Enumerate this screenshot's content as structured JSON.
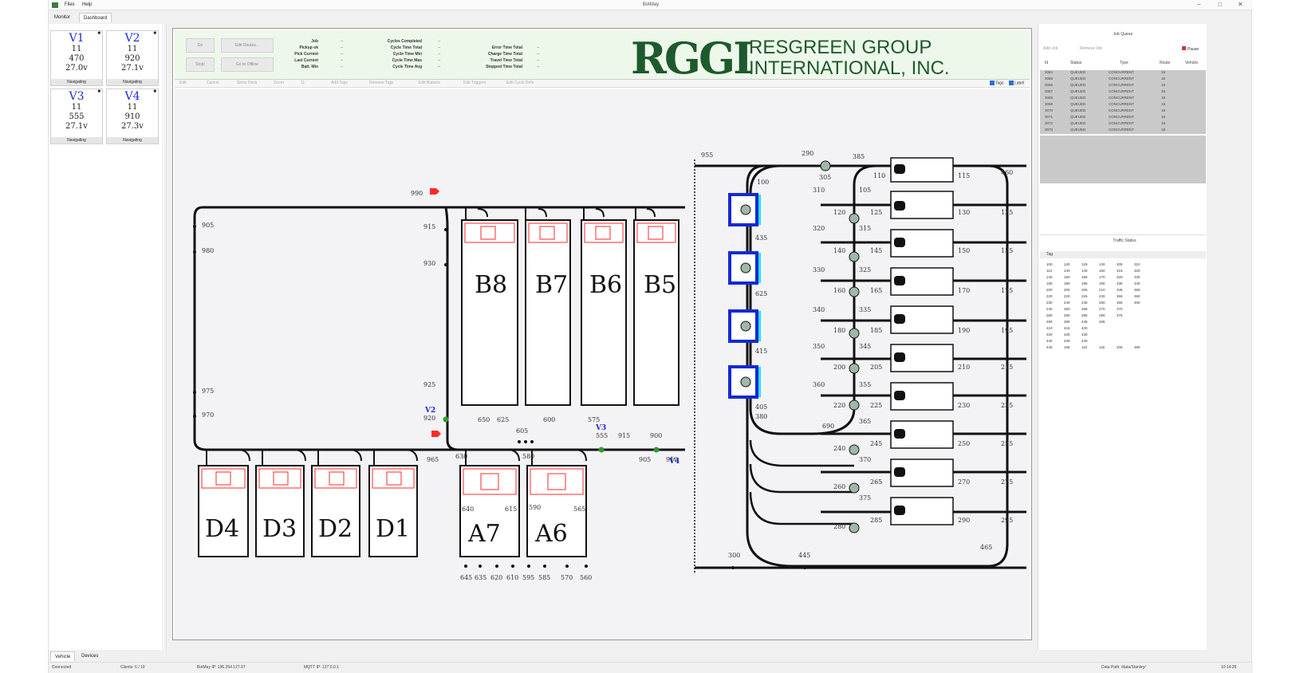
{
  "window": {
    "title": "BotMay",
    "menu": [
      "Files",
      "Help"
    ],
    "tabs": [
      "Monitor",
      "Dashboard"
    ],
    "active_tab": "Dashboard",
    "controls": [
      "–",
      "□",
      "✕"
    ]
  },
  "vehicles": [
    {
      "name": "V1",
      "line1": "11",
      "line2": "470",
      "voltage": "27.0v",
      "status": "Navigating"
    },
    {
      "name": "V2",
      "line1": "11",
      "line2": "920",
      "voltage": "27.1v",
      "status": "Navigating"
    },
    {
      "name": "V3",
      "line1": "11",
      "line2": "555",
      "voltage": "27.1v",
      "status": "Navigating"
    },
    {
      "name": "V4",
      "line1": "11",
      "line2": "910",
      "voltage": "27.3v",
      "status": "Navigating"
    }
  ],
  "left_bottom_tabs": [
    "Vehicle",
    "Devices"
  ],
  "header": {
    "buttons": [
      "Go",
      "Edit Routes...",
      "Stop!",
      "Go to Offline"
    ],
    "stats_left": [
      "Job",
      "Pickup ok",
      "Pick Current",
      "Last Current",
      "Batt. Min"
    ],
    "stats_mid": [
      "Cycles Completed",
      "Cycle Time Total",
      "Cycle Time Min",
      "Cycle Time Max",
      "Cycle Time Avg"
    ],
    "stats_right": [
      "Error Time Total",
      "Charge Time Total",
      "Travel Time Total",
      "Stopped Time Total"
    ],
    "stat_value": "--",
    "logo_mark": "RGGI",
    "logo_line1": "RESGREEN GROUP",
    "logo_line2": "INTERNATIONAL, INC."
  },
  "toolbar": {
    "items": [
      "Edit",
      "Cancel",
      "Show Dock",
      "Zoom",
      "Add Tags",
      "Remove Tags",
      "Edit Buttons",
      "Edit Triggers",
      "Edit Cycle Defs"
    ],
    "zoom_value": "11",
    "checks": [
      "Tags",
      "Label"
    ]
  },
  "map": {
    "rack_labels": [
      "B8",
      "B7",
      "B6",
      "B5",
      "D4",
      "D3",
      "D2",
      "D1",
      "A7",
      "A6"
    ],
    "vehicle_labels": [
      "V2",
      "V3",
      "V4"
    ],
    "tags_left": [
      "990",
      "905",
      "915",
      "980",
      "930",
      "975",
      "970",
      "925",
      "920",
      "965",
      "650",
      "625",
      "605",
      "600",
      "575",
      "555",
      "915",
      "900",
      "630",
      "580",
      "905",
      "910",
      "640",
      "615",
      "590",
      "565",
      "645",
      "635",
      "620",
      "610",
      "595",
      "585",
      "570",
      "560"
    ],
    "tags_right": [
      "955",
      "290",
      "385",
      "305",
      "100",
      "110",
      "115",
      "460",
      "310",
      "105",
      "120",
      "125",
      "130",
      "135",
      "435",
      "320",
      "315",
      "140",
      "145",
      "150",
      "155",
      "330",
      "325",
      "625",
      "160",
      "165",
      "170",
      "175",
      "340",
      "335",
      "180",
      "185",
      "190",
      "195",
      "415",
      "350",
      "345",
      "200",
      "205",
      "210",
      "215",
      "360",
      "355",
      "405",
      "220",
      "225",
      "230",
      "235",
      "380",
      "690",
      "365",
      "240",
      "245",
      "250",
      "255",
      "370",
      "260",
      "265",
      "270",
      "275",
      "375",
      "280",
      "285",
      "290",
      "295",
      "300",
      "445",
      "465"
    ]
  },
  "job_queue": {
    "title": "Job Queue",
    "toolbar": [
      "Add Job",
      "Remove Job",
      "Pause"
    ],
    "columns": [
      "Id",
      "Status",
      "Type",
      "Route",
      "Vehicle"
    ],
    "rows": [
      [
        "3064",
        "QUEUED",
        "CONCURRENT",
        "18"
      ],
      [
        "3065",
        "QUEUED",
        "CONCURRENT",
        "18"
      ],
      [
        "3066",
        "QUEUED",
        "CONCURRENT",
        "18"
      ],
      [
        "3067",
        "QUEUED",
        "CONCURRENT",
        "18"
      ],
      [
        "3068",
        "QUEUED",
        "CONCURRENT",
        "18"
      ],
      [
        "3069",
        "QUEUED",
        "CONCURRENT",
        "18"
      ],
      [
        "3070",
        "QUEUED",
        "CONCURRENT",
        "18"
      ],
      [
        "3071",
        "QUEUED",
        "CONCURRENT",
        "18"
      ],
      [
        "3072",
        "QUEUED",
        "CONCURRENT",
        "18"
      ],
      [
        "3073",
        "QUEUED",
        "CONCURRENT",
        "18"
      ]
    ]
  },
  "traffic_status": {
    "title": "Traffic Status",
    "column": "Tag",
    "rows": [
      [
        "100",
        "120",
        "125",
        "130",
        "305",
        "310"
      ],
      [
        "110",
        "140",
        "145",
        "150",
        "315",
        "320"
      ],
      [
        "140",
        "160",
        "165",
        "170",
        "325",
        "330"
      ],
      [
        "190",
        "180",
        "185",
        "190",
        "335",
        "340"
      ],
      [
        "200",
        "200",
        "205",
        "210",
        "345",
        "350"
      ],
      [
        "220",
        "220",
        "225",
        "230",
        "355",
        "360"
      ],
      [
        "230",
        "240",
        "245",
        "250",
        "365",
        "460"
      ],
      [
        "240",
        "260",
        "265",
        "270",
        "370",
        ""
      ],
      [
        "280",
        "280",
        "285",
        "290",
        "375",
        ""
      ],
      [
        "280",
        "280",
        "445",
        "465",
        "",
        ""
      ],
      [
        "410",
        "415",
        "420",
        "",
        "",
        ""
      ],
      [
        "420",
        "425",
        "430",
        "",
        "",
        ""
      ],
      [
        "430",
        "435",
        "440",
        "",
        "",
        ""
      ],
      [
        "440",
        "105",
        "110",
        "115",
        "205",
        "390"
      ]
    ]
  },
  "statusbar": {
    "connection": "Connected",
    "clients": "Clients: 6 / 10",
    "botmay_ip": "BotMay IP: 196.254.127.97",
    "mqtt_ip": "MQTT IP: 127.0.0.1",
    "data_path": "Data Path: /data/Stanley/",
    "time": "10:14:26"
  },
  "colors": {
    "vehicle_name": "#1a2dd6",
    "logo": "#1d5a2d",
    "header_bg": "#eef8ea",
    "charger": "#1428d8",
    "charger_fill": "#27e0ee",
    "alert": "#ff2a2a",
    "node": "#2e9b2e"
  }
}
